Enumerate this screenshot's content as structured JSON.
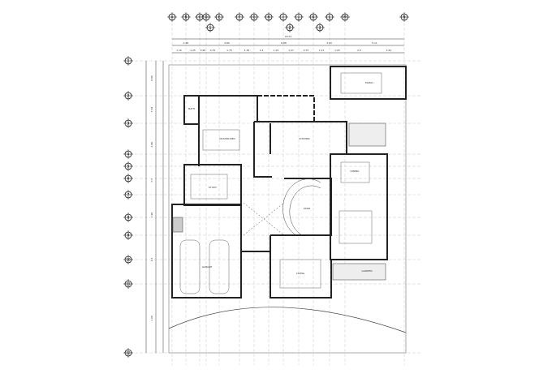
{
  "drawing": {
    "type": "architectural floor plan",
    "line_color": "#222222",
    "grid_color": "#bbbbbb",
    "planter_color": "#555555"
  },
  "grid_axes_top": [
    "A",
    "B",
    "C",
    "D",
    "E",
    "F",
    "G",
    "H",
    "I",
    "J",
    "K",
    "L",
    "M",
    "N"
  ],
  "grid_axes_top_secondary": [
    "1",
    "2",
    "3"
  ],
  "grid_axes_left": [
    "1",
    "2",
    "3",
    "4",
    "5",
    "6",
    "7",
    "8",
    "9",
    "10",
    "11",
    "12"
  ],
  "dimensions_top": {
    "total": "20.01",
    "row2": [
      "2.38",
      "4.80",
      "6.88",
      "3.93",
      "5.11"
    ],
    "row3": [
      "1.15",
      "1.25",
      "0.95",
      "0.75",
      "1.75",
      "1.35",
      "1.4",
      "1.15",
      "1.27",
      "0.75",
      "1.27",
      "1.05",
      "2.5",
      "1.61"
    ]
  },
  "dimensions_left": [
    "0.90",
    "5.38",
    "4.98",
    "3.5",
    "1.90",
    "4.5",
    "1.60"
  ],
  "rooms": [
    "FAMILY",
    "MASTER BED",
    "BATH",
    "KITCHEN",
    "DINING",
    "LIVING",
    "GARAGE",
    "STUDY",
    "STAIR",
    "GARDEN"
  ]
}
